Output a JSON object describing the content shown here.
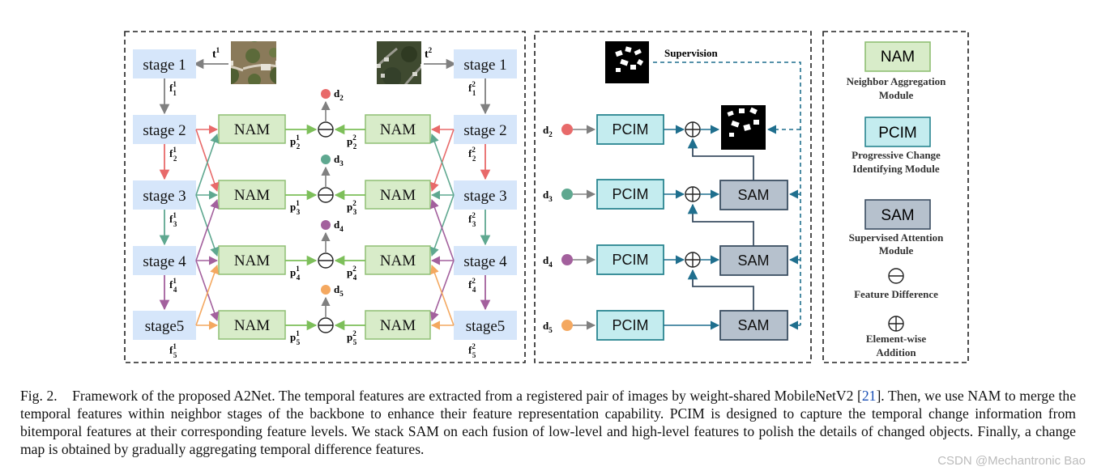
{
  "backbone": {
    "left_input_label": "t",
    "left_input_sup": "1",
    "right_input_label": "t",
    "right_input_sup": "2",
    "stages": [
      "stage 1",
      "stage 2",
      "stage 3",
      "stage 4",
      "stage5"
    ],
    "feature_symbol": "f",
    "left_feature_sup": "1",
    "right_feature_sup": "2",
    "feature_subs": [
      "1",
      "2",
      "3",
      "4",
      "5"
    ],
    "nam_label": "NAM",
    "p_symbol": "p",
    "p_subs": [
      "2",
      "3",
      "4",
      "5"
    ],
    "d_symbol": "d",
    "d_subs": [
      "2",
      "3",
      "4",
      "5"
    ]
  },
  "decoder": {
    "supervision_label": "Supervision",
    "pcim_label": "PCIM",
    "sam_label": "SAM"
  },
  "legend": {
    "items": [
      {
        "box": "NAM",
        "desc_line1": "Neighbor Aggregation",
        "desc_line2": "Module"
      },
      {
        "box": "PCIM",
        "desc_line1": "Progressive Change",
        "desc_line2": "Identifying Module"
      },
      {
        "box": "SAM",
        "desc_line1": "Supervised Attention",
        "desc_line2": "Module"
      }
    ],
    "feature_difference": "Feature Difference",
    "elementwise_line1": "Element-wise",
    "elementwise_line2": "Addition"
  },
  "colors": {
    "stage_fill": "#d6e6fa",
    "nam_fill": "#d8ecc9",
    "nam_border": "#8fbf74",
    "pcim_fill": "#c4ecef",
    "pcim_border": "#2a8590",
    "sam_fill": "#b6c1cd",
    "sam_border": "#3b4e62",
    "red": "#e86a6a",
    "green": "#5fa890",
    "purple": "#a3609d",
    "orange": "#f4a860",
    "gray": "#808080",
    "teal": "#1f6f8e",
    "dashed": "#1f6f8e"
  },
  "caption": {
    "fig_label": "Fig. 2.",
    "text_before_cite": "Framework of the proposed A2Net. The temporal features are extracted from a registered pair of images by weight-shared MobileNetV2 [",
    "cite": "21",
    "text_after_cite": "]. Then, we use NAM to merge the temporal features within neighbor stages of the backbone to enhance their feature representation capability. PCIM is designed to capture the temporal change information from bitemporal features at their corresponding feature levels. We stack SAM on each fusion of low-level and high-level features to polish the details of changed objects. Finally, a change map is obtained by gradually aggregating temporal difference features."
  },
  "watermark": "CSDN @Mechantronic Bao"
}
